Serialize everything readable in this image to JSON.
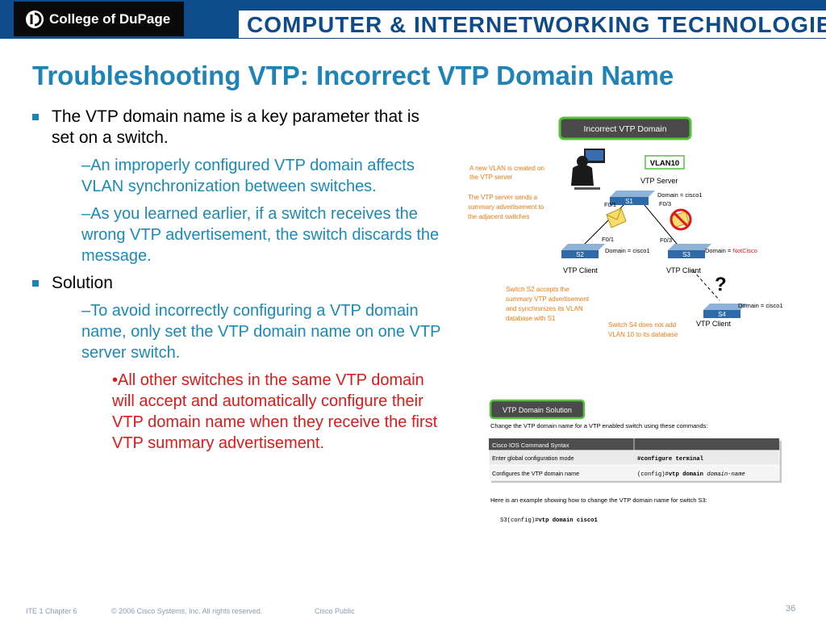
{
  "header": {
    "logo_text": "College of DuPage",
    "banner": "COMPUTER & INTERNETWORKING TECHNOLOGIES"
  },
  "title": "Troubleshooting VTP: Incorrect VTP Domain Name",
  "bullets": {
    "b1": "The VTP domain name is a key parameter that is set on a switch.",
    "b1_sub1": "–An improperly configured VTP domain affects VLAN synchronization between switches.",
    "b1_sub2": "–As you learned earlier, if a switch receives the wrong VTP advertisement, the switch discards the message.",
    "b2": "Solution",
    "b2_sub1": "–To avoid incorrectly configuring a VTP domain name, only set the VTP domain name on one VTP server switch.",
    "b2_sub1_sub": "•All other switches in the same VTP domain will accept and automatically configure their VTP domain name when they receive the first VTP summary advertisement."
  },
  "figure1": {
    "title": "Incorrect VTP Domain",
    "vlan_label": "VLAN10",
    "note_new_vlan": [
      "A new VLAN is created on",
      "the VTP server"
    ],
    "note_server_sends": [
      "The VTP server sends a",
      "summary advertisement to",
      "the adjacent switches"
    ],
    "s1_role": "VTP Server",
    "s1_name": "S1",
    "s1_domain": "Domain = cisco1",
    "s2_name": "S2",
    "s2_domain": "Domain = cisco1",
    "s2_role": "VTP Client",
    "s3_name": "S3",
    "s3_domain_prefix": "Domain = ",
    "s3_domain_value": "NotCisco",
    "s3_role": "VTP Client",
    "s4_name": "S4",
    "s4_domain": "Domain = cisco1",
    "s4_role": "VTP Client",
    "port_s1_left": "F0/1",
    "port_s1_right": "F0/3",
    "port_s2": "F0/1",
    "port_s3": "F0/3",
    "question": "?",
    "note_s2_accepts": [
      "Switch S2 accepts the",
      "summary VTP advertisement",
      "and synchronizes its VLAN",
      "database with S1"
    ],
    "note_s4": [
      "Switch S4 does not add",
      "VLAN 10 to its database"
    ]
  },
  "figure2": {
    "title": "VTP Domain Solution",
    "intro": "Change the VTP domain name for a VTP enabled switch using these commands:",
    "table_header": "Cisco IOS Command Syntax",
    "row1_label": "Enter global configuration mode",
    "row1_prefix": "",
    "row1_cmd": "configure terminal",
    "row2_label": "Configures the VTP domain name",
    "row2_prefix": "(config)#",
    "row2_cmd": "vtp domain",
    "row2_arg": "domain-name",
    "example_intro": "Here is an example showing how to change the VTP domain name for switch S3:",
    "example_prefix": "S3(config)#",
    "example_cmd": "vtp domain cisco1"
  },
  "footer": {
    "chapter": "ITE 1 Chapter 6",
    "copyright": "© 2006 Cisco Systems, Inc. All rights reserved.",
    "classification": "Cisco Public",
    "page": "36"
  },
  "colors": {
    "title": "#1d83b8",
    "sub_bullet": "#1a8ab8",
    "alert": "#e11818",
    "header_blue": "#0e4b8a",
    "note_orange": "#f07a10"
  }
}
